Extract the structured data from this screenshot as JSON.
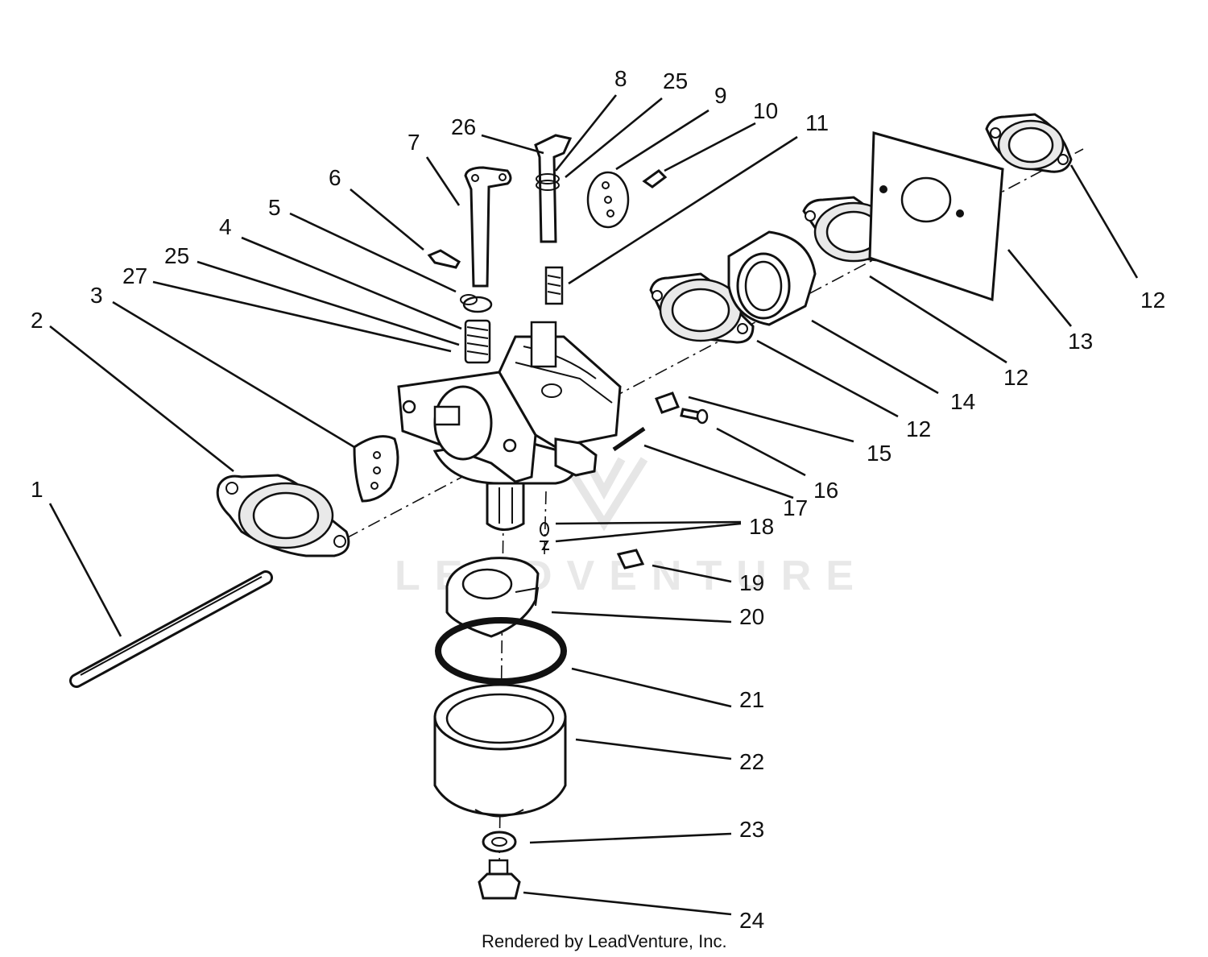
{
  "diagram": {
    "callouts": [
      {
        "id": "c1",
        "label": "1"
      },
      {
        "id": "c2",
        "label": "2"
      },
      {
        "id": "c3",
        "label": "3"
      },
      {
        "id": "c27",
        "label": "27"
      },
      {
        "id": "c25a",
        "label": "25"
      },
      {
        "id": "c4",
        "label": "4"
      },
      {
        "id": "c5",
        "label": "5"
      },
      {
        "id": "c6",
        "label": "6"
      },
      {
        "id": "c7",
        "label": "7"
      },
      {
        "id": "c26",
        "label": "26"
      },
      {
        "id": "c8",
        "label": "8"
      },
      {
        "id": "c25b",
        "label": "25"
      },
      {
        "id": "c9",
        "label": "9"
      },
      {
        "id": "c10",
        "label": "10"
      },
      {
        "id": "c11",
        "label": "11"
      },
      {
        "id": "c12a",
        "label": "12"
      },
      {
        "id": "c13",
        "label": "13"
      },
      {
        "id": "c12b",
        "label": "12"
      },
      {
        "id": "c14",
        "label": "14"
      },
      {
        "id": "c12c",
        "label": "12"
      },
      {
        "id": "c15",
        "label": "15"
      },
      {
        "id": "c16",
        "label": "16"
      },
      {
        "id": "c17",
        "label": "17"
      },
      {
        "id": "c18",
        "label": "18"
      },
      {
        "id": "c19",
        "label": "19"
      },
      {
        "id": "c20",
        "label": "20"
      },
      {
        "id": "c21",
        "label": "21"
      },
      {
        "id": "c22",
        "label": "22"
      },
      {
        "id": "c23",
        "label": "23"
      },
      {
        "id": "c24",
        "label": "24"
      }
    ],
    "watermark": "LEADVENTURE",
    "credit": "Rendered by LeadVenture, Inc."
  }
}
